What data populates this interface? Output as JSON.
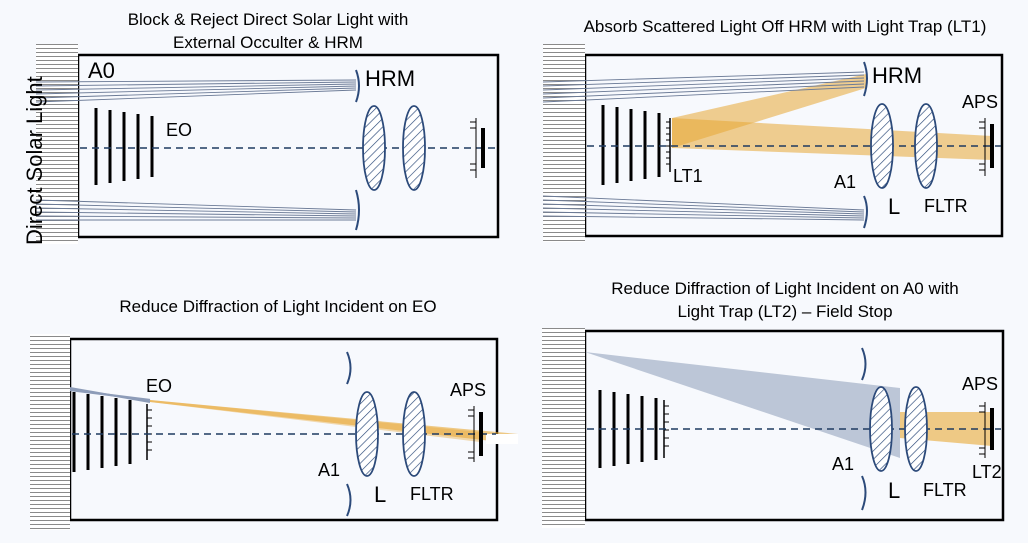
{
  "colors": {
    "background": "#f7f9fd",
    "ray_blue": "#8d9cb8",
    "ray_dark": "#6b7a96",
    "ray_orange": "#e8a835",
    "ray_orange_dark": "#d98b10",
    "lens_stroke": "#2c4a7a",
    "lens_fill": "#ffffff",
    "optical_axis": "#1f3a60",
    "ink": "#000000",
    "grey_stripes": "#8a8a8a"
  },
  "side_label": "Direct Solar Light",
  "panels": [
    {
      "title_line1": "Block & Reject Direct Solar Light with",
      "title_line2": "External Occulter & HRM",
      "labels": {
        "a0": "A0",
        "eo": "EO",
        "hrm": "HRM"
      }
    },
    {
      "title": "Absorb Scattered Light Off HRM with Light Trap (LT1)",
      "labels": {
        "hrm": "HRM",
        "aps": "APS",
        "lt1": "LT1",
        "a1": "A1",
        "l": "L",
        "fltr": "FLTR"
      }
    },
    {
      "title": "Reduce Diffraction of Light Incident on EO",
      "labels": {
        "eo": "EO",
        "aps": "APS",
        "a1": "A1",
        "l": "L",
        "fltr": "FLTR"
      }
    },
    {
      "title_line1": "Reduce Diffraction of Light Incident on A0 with",
      "title_line2": "Light Trap (LT2) – Field Stop",
      "labels": {
        "aps": "APS",
        "a1": "A1",
        "l": "L",
        "fltr": "FLTR",
        "lt2": "LT2"
      }
    }
  ]
}
